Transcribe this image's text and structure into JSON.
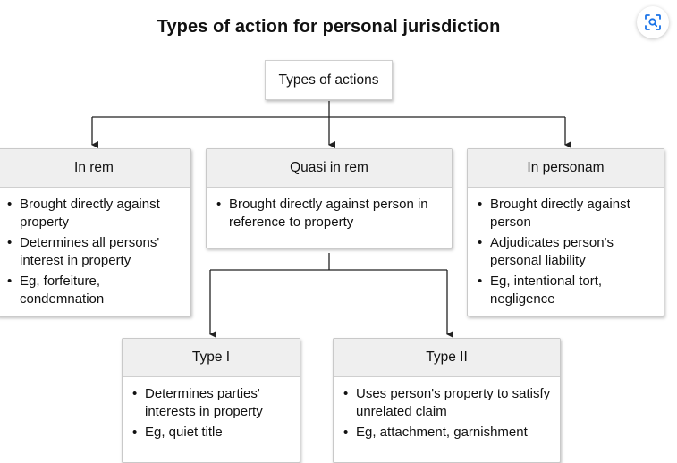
{
  "title": "Types of action for personal jurisdiction",
  "root": "Types of actions",
  "in_rem": {
    "heading": "In rem",
    "bullets": [
      "Brought directly against property",
      "Determines all persons' interest in property",
      "Eg, forfeiture, condemnation"
    ]
  },
  "quasi_in_rem": {
    "heading": "Quasi in rem",
    "bullets": [
      "Brought directly against person in reference to property"
    ]
  },
  "in_personam": {
    "heading": "In personam",
    "bullets": [
      "Brought directly against person",
      "Adjudicates person's personal liability",
      "Eg, intentional tort, negligence"
    ]
  },
  "type_1": {
    "heading": "Type I",
    "bullets": [
      "Determines parties' interests in property",
      "Eg, quiet title"
    ]
  },
  "type_2": {
    "heading": "Type II",
    "bullets": [
      "Uses person's property to satisfy unrelated claim",
      "Eg, attachment, garnishment"
    ]
  },
  "icons": {
    "lens": "visual-search-icon"
  },
  "colors": {
    "header_fill": "#efefef",
    "border": "#c9c9c9",
    "line": "#222222"
  }
}
